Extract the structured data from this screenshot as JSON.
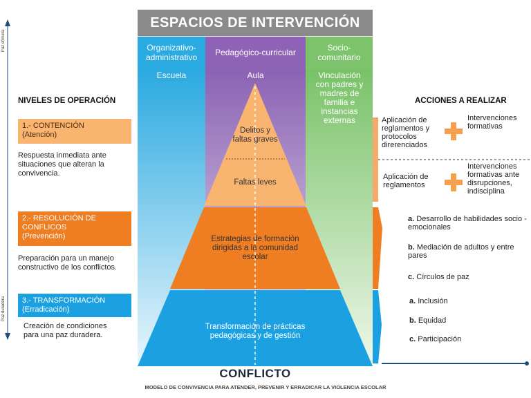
{
  "title": "ESPACIOS DE INTERVENCIÓN",
  "columns": [
    {
      "label": "Organizativo-administrativo",
      "sub": "Escuela"
    },
    {
      "label": "Pedagógico-curricular",
      "sub": "Aula"
    },
    {
      "label": "Socio-comunitario",
      "sub": "Vinculación con padres y madres de familia e instancias externas"
    }
  ],
  "side_axis": {
    "top": "Paz efímera",
    "bottom": "Paz duradera"
  },
  "levels_heading": "NIVELES DE OPERACIÓN",
  "levels": [
    {
      "name": "1.- CONTENCIÓN",
      "sub": "(Atención)",
      "desc": "Respuesta inmediata ante situaciones que alteran la convivencia."
    },
    {
      "name": "2.- RESOLUCIÓN DE CONFLICOS",
      "sub": "(Prevención)",
      "desc": "Preparación para un manejo constructivo de los conflictos."
    },
    {
      "name": "3.- TRANSFORMACIÓN",
      "sub": "(Erradicación)",
      "desc": "Creación de condiciones para una paz duradera."
    }
  ],
  "pyramid": {
    "top_upper": "Delitos y faltas graves",
    "top_lower": "Faltas leves",
    "middle": "Estrategias de formación dirigidas a la comunidad escolar",
    "bottom": "Transformación de prácticas pedagógicas y de gestión"
  },
  "actions_heading": "ACCIONES A REALIZAR",
  "actions": {
    "row1_left": "Aplicación de reglamentos y protocolos direrenciados",
    "row1_right": "Intervenciones formativas",
    "row2_left": "Aplicación de reglamentos",
    "row2_right": "Intervenciones formativas ante disrupciones, indisciplina",
    "level2": [
      {
        "marker": "a.",
        "text": "Desarrollo de habilidades socio - emocionales"
      },
      {
        "marker": "b.",
        "text": "Mediación de adultos y entre pares"
      },
      {
        "marker": "c.",
        "text": "Círculos de paz"
      }
    ],
    "level3": [
      {
        "marker": "a.",
        "text": "Inclusión"
      },
      {
        "marker": "b.",
        "text": "Equidad"
      },
      {
        "marker": "c.",
        "text": "Participación"
      }
    ]
  },
  "footer_title": "CONFLICTO",
  "footer_caption": "MODELO DE CONVIVENCIA PARA ATENDER, PREVENIR Y ERRADICAR LA VIOLENCIA ESCOLAR",
  "colors": {
    "gray": "#8a8a8c",
    "cyan": "#29abe2",
    "purple": "#8e63b5",
    "green": "#7cc36b",
    "light_orange": "#f9b56f",
    "orange": "#ef7d22",
    "blue": "#1ba1e2",
    "navy": "#1f4e79"
  }
}
